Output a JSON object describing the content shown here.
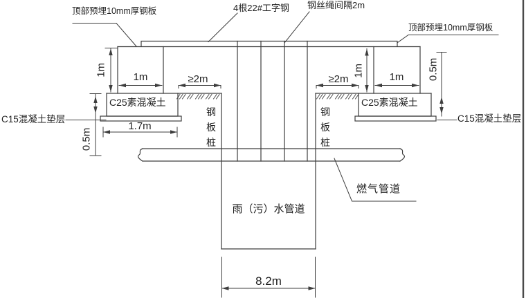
{
  "drawing": {
    "labels": {
      "top_plate_left": "顶部预埋10mm厚钢板",
      "i_beam": "4根22#工字钢",
      "wire_rope": "钢丝绳间隔2m",
      "top_plate_right": "顶部预埋10mm厚钢板",
      "c25_left": "C25素混凝土",
      "c25_right": "C25素混凝土",
      "c15_left": "C15混凝土垫层",
      "c15_right": "C15混凝土垫层",
      "sheet_pile_left": "钢板桩",
      "sheet_pile_right": "钢板桩",
      "water_pipe": "雨（污）水管道",
      "gas_pipe": "燃气管道"
    },
    "dims": {
      "left_step_height": "1m",
      "left_step_width": "1m",
      "left_clearance": "≥2m",
      "right_clearance": "≥2m",
      "right_step_width": "1m",
      "right_step_height": "1m",
      "right_block_height": "0.5m",
      "left_block_height": "0.5m",
      "left_footing_width": "1.7m",
      "trench_span": "8.2m"
    },
    "colors": {
      "line": "#3d3d3d",
      "text": "#1f1f1f",
      "background": "#ffffff"
    }
  }
}
